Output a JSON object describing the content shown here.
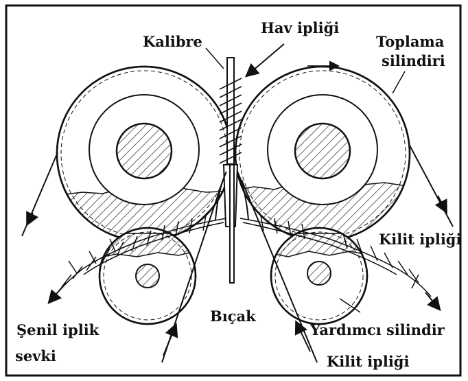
{
  "labels": {
    "kalibre": "Kalibre",
    "hav_ipligi": "Hav ipliği",
    "toplama_line1": "Toplama",
    "toplama_line2": "silindiri",
    "kilit_ipligi_right": "Kilit ipliği",
    "bicak": "Bıçak",
    "yardimci_silindir": "Yardımcı silindir",
    "kilit_ipligi_bottom": "Kilit ipliği",
    "senil_line1": "Şenil iplik",
    "senil_line2": "sevki"
  }
}
